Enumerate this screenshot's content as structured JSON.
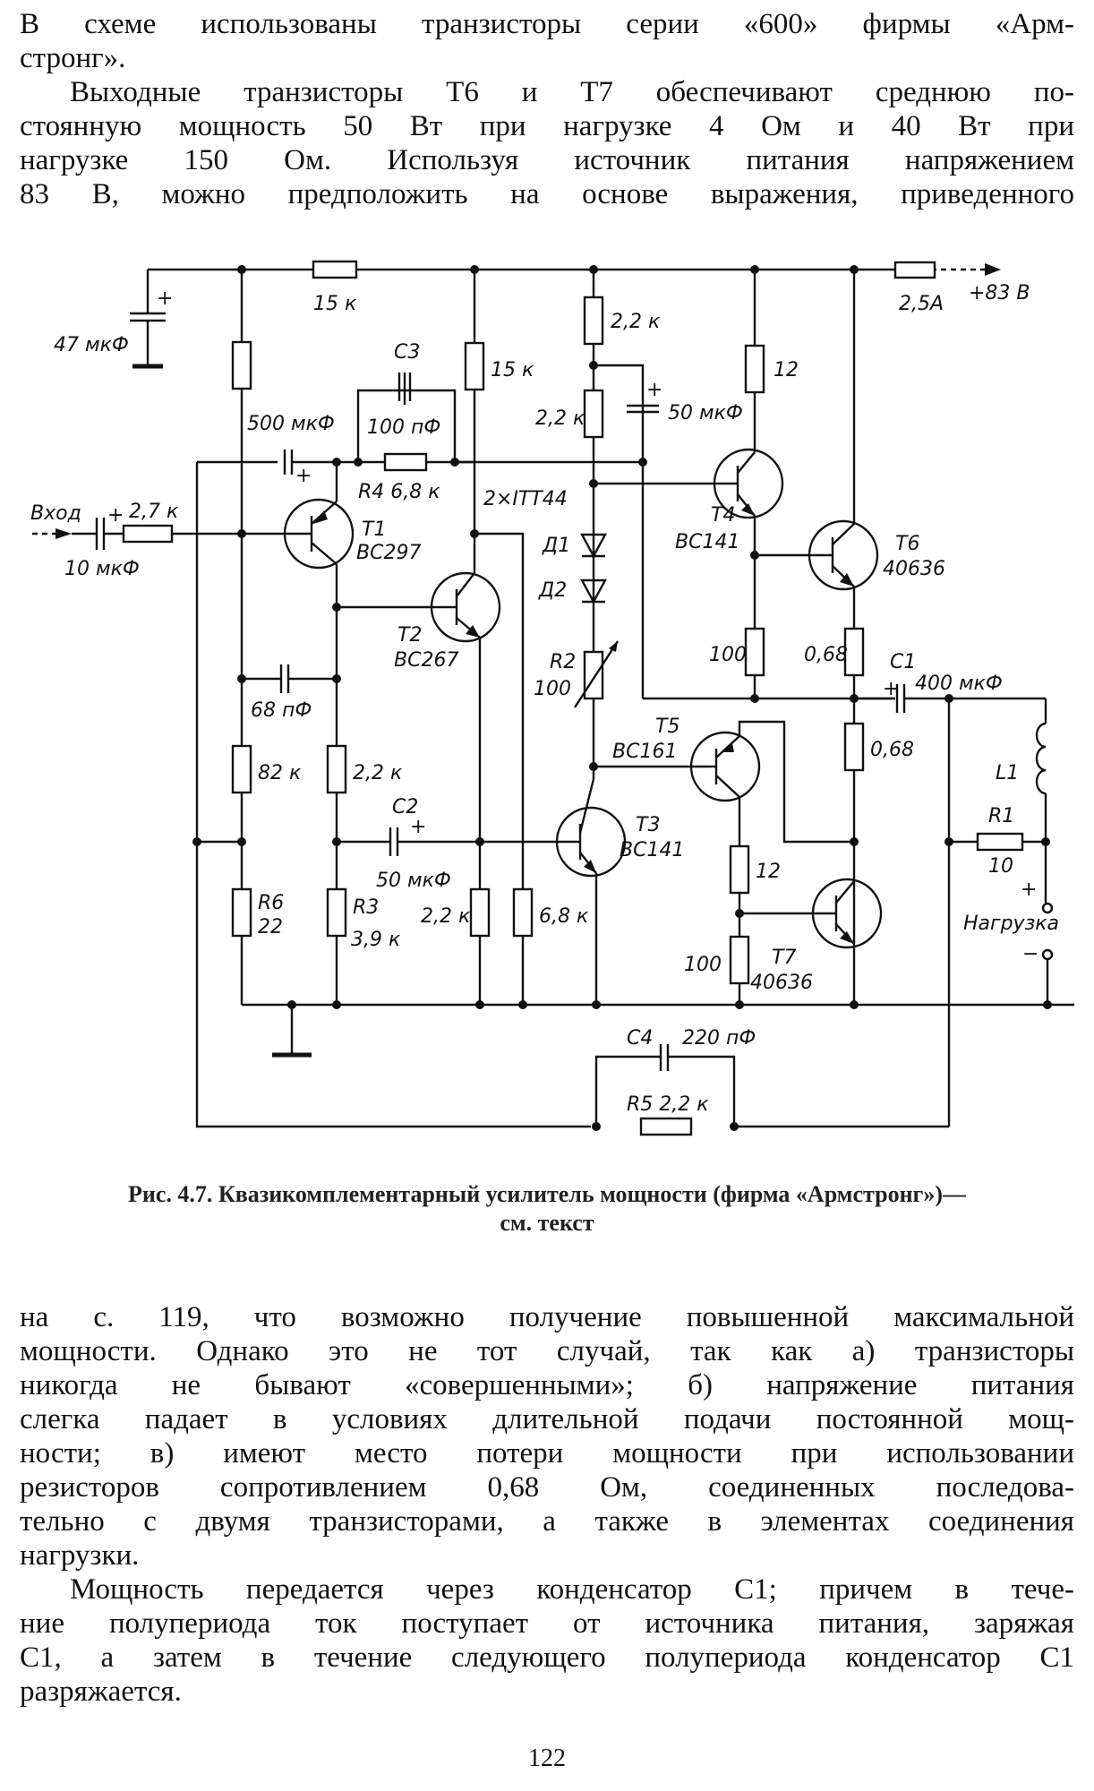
{
  "page": {
    "number": "122",
    "paragraphs_top": [
      {
        "id": "p1",
        "lines": [
          "В схеме использованы транзисторы серии «600» фирмы «Арм-",
          "стронг»."
        ]
      },
      {
        "id": "p2",
        "lines": [
          "Выходные транзисторы T6 и T7 обеспечивают среднюю по-",
          "стоянную мощность 50 Вт при нагрузке 4 Ом и 40 Вт при",
          "нагрузке 150 Ом. Используя источник питания напряжением",
          "83 В, можно предположить на основе выражения, приведенного"
        ]
      }
    ],
    "figure": {
      "caption_line1": "Рис. 4.7. Квазикомплементарный усилитель мощности (фирма «Армстронг»)—",
      "caption_line2": "см. текст",
      "labels": {
        "c_supply": "47 мкФ",
        "r_top": "15 к",
        "r_bias2": "15 к",
        "c_500": "500 мкФ",
        "c3_name": "C3",
        "c3_value": "100 пФ",
        "r4": "R4  6,8 к",
        "input": "Вход",
        "r_in": "2,7 к",
        "c_in": "10 мкФ",
        "t1_name": "T1",
        "t1_type": "BC297",
        "t2_name": "T2",
        "t2_type": "BC267",
        "diodes_type": "2×ITT44",
        "d1": "Д1",
        "d2": "Д2",
        "r2_name": "R2",
        "r2_value": "100",
        "r_22a": "2,2 к",
        "r_22b": "2,2 к",
        "c_50_top": "50 мкФ",
        "r_12_top": "12",
        "t4_name": "T4",
        "t4_type": "BC141",
        "t6_name": "T6",
        "t6_type": "40636",
        "fuse": "2,5А",
        "supply": "+83 В",
        "r_100_top": "100",
        "r_068_top": "0,68",
        "c1_name": "C1",
        "c1_value": "400 мкФ",
        "r_068_bot": "0,68",
        "l1": "L1",
        "r1_name": "R1",
        "r1_value": "10",
        "load": "Нагрузка",
        "load_plus": "+",
        "load_minus": "−",
        "c_68p": "68 пФ",
        "r_82k": "82 к",
        "r_22c": "2,2 к",
        "c2_name": "C2",
        "c2_value": "50 мкФ",
        "t5_name": "T5",
        "t5_type": "BC161",
        "t3_name": "T3",
        "t3_type": "BC141",
        "r_12_bot": "12",
        "r_100_bot": "100",
        "t7_name": "T7",
        "t7_type": "40636",
        "r6_name": "R6",
        "r6_value": "22",
        "r3_name": "R3",
        "r3_value": "3,9 к",
        "r_22d": "2,2 к",
        "r_68k": "6,8 к",
        "c4_name": "C4",
        "c4_value": "220 пФ",
        "r5": "R5  2,2 к",
        "plus": "+"
      }
    },
    "paragraphs_bottom": [
      {
        "id": "p3",
        "lines": [
          "на с. 119, что возможно получение повышенной максимальной",
          "мощности. Однако это не тот случай, так как а) транзисторы",
          "никогда не бывают «совершенными»; б) напряжение питания",
          "слегка падает в условиях длительной подачи постоянной мощ-",
          "ности; в) имеют место потери мощности при использовании",
          "резисторов сопротивлением 0,68 Ом, соединенных последова-",
          "тельно с двумя транзисторами, а также в элементах соединения",
          "нагрузки."
        ]
      },
      {
        "id": "p4",
        "lines": [
          "Мощность передается через конденсатор C1; причем в тече-",
          "ние полупериода ток поступает от источника питания, заряжая",
          "C1, а затем в течение следующего полупериода конденсатор C1",
          "разряжается."
        ]
      }
    ]
  }
}
